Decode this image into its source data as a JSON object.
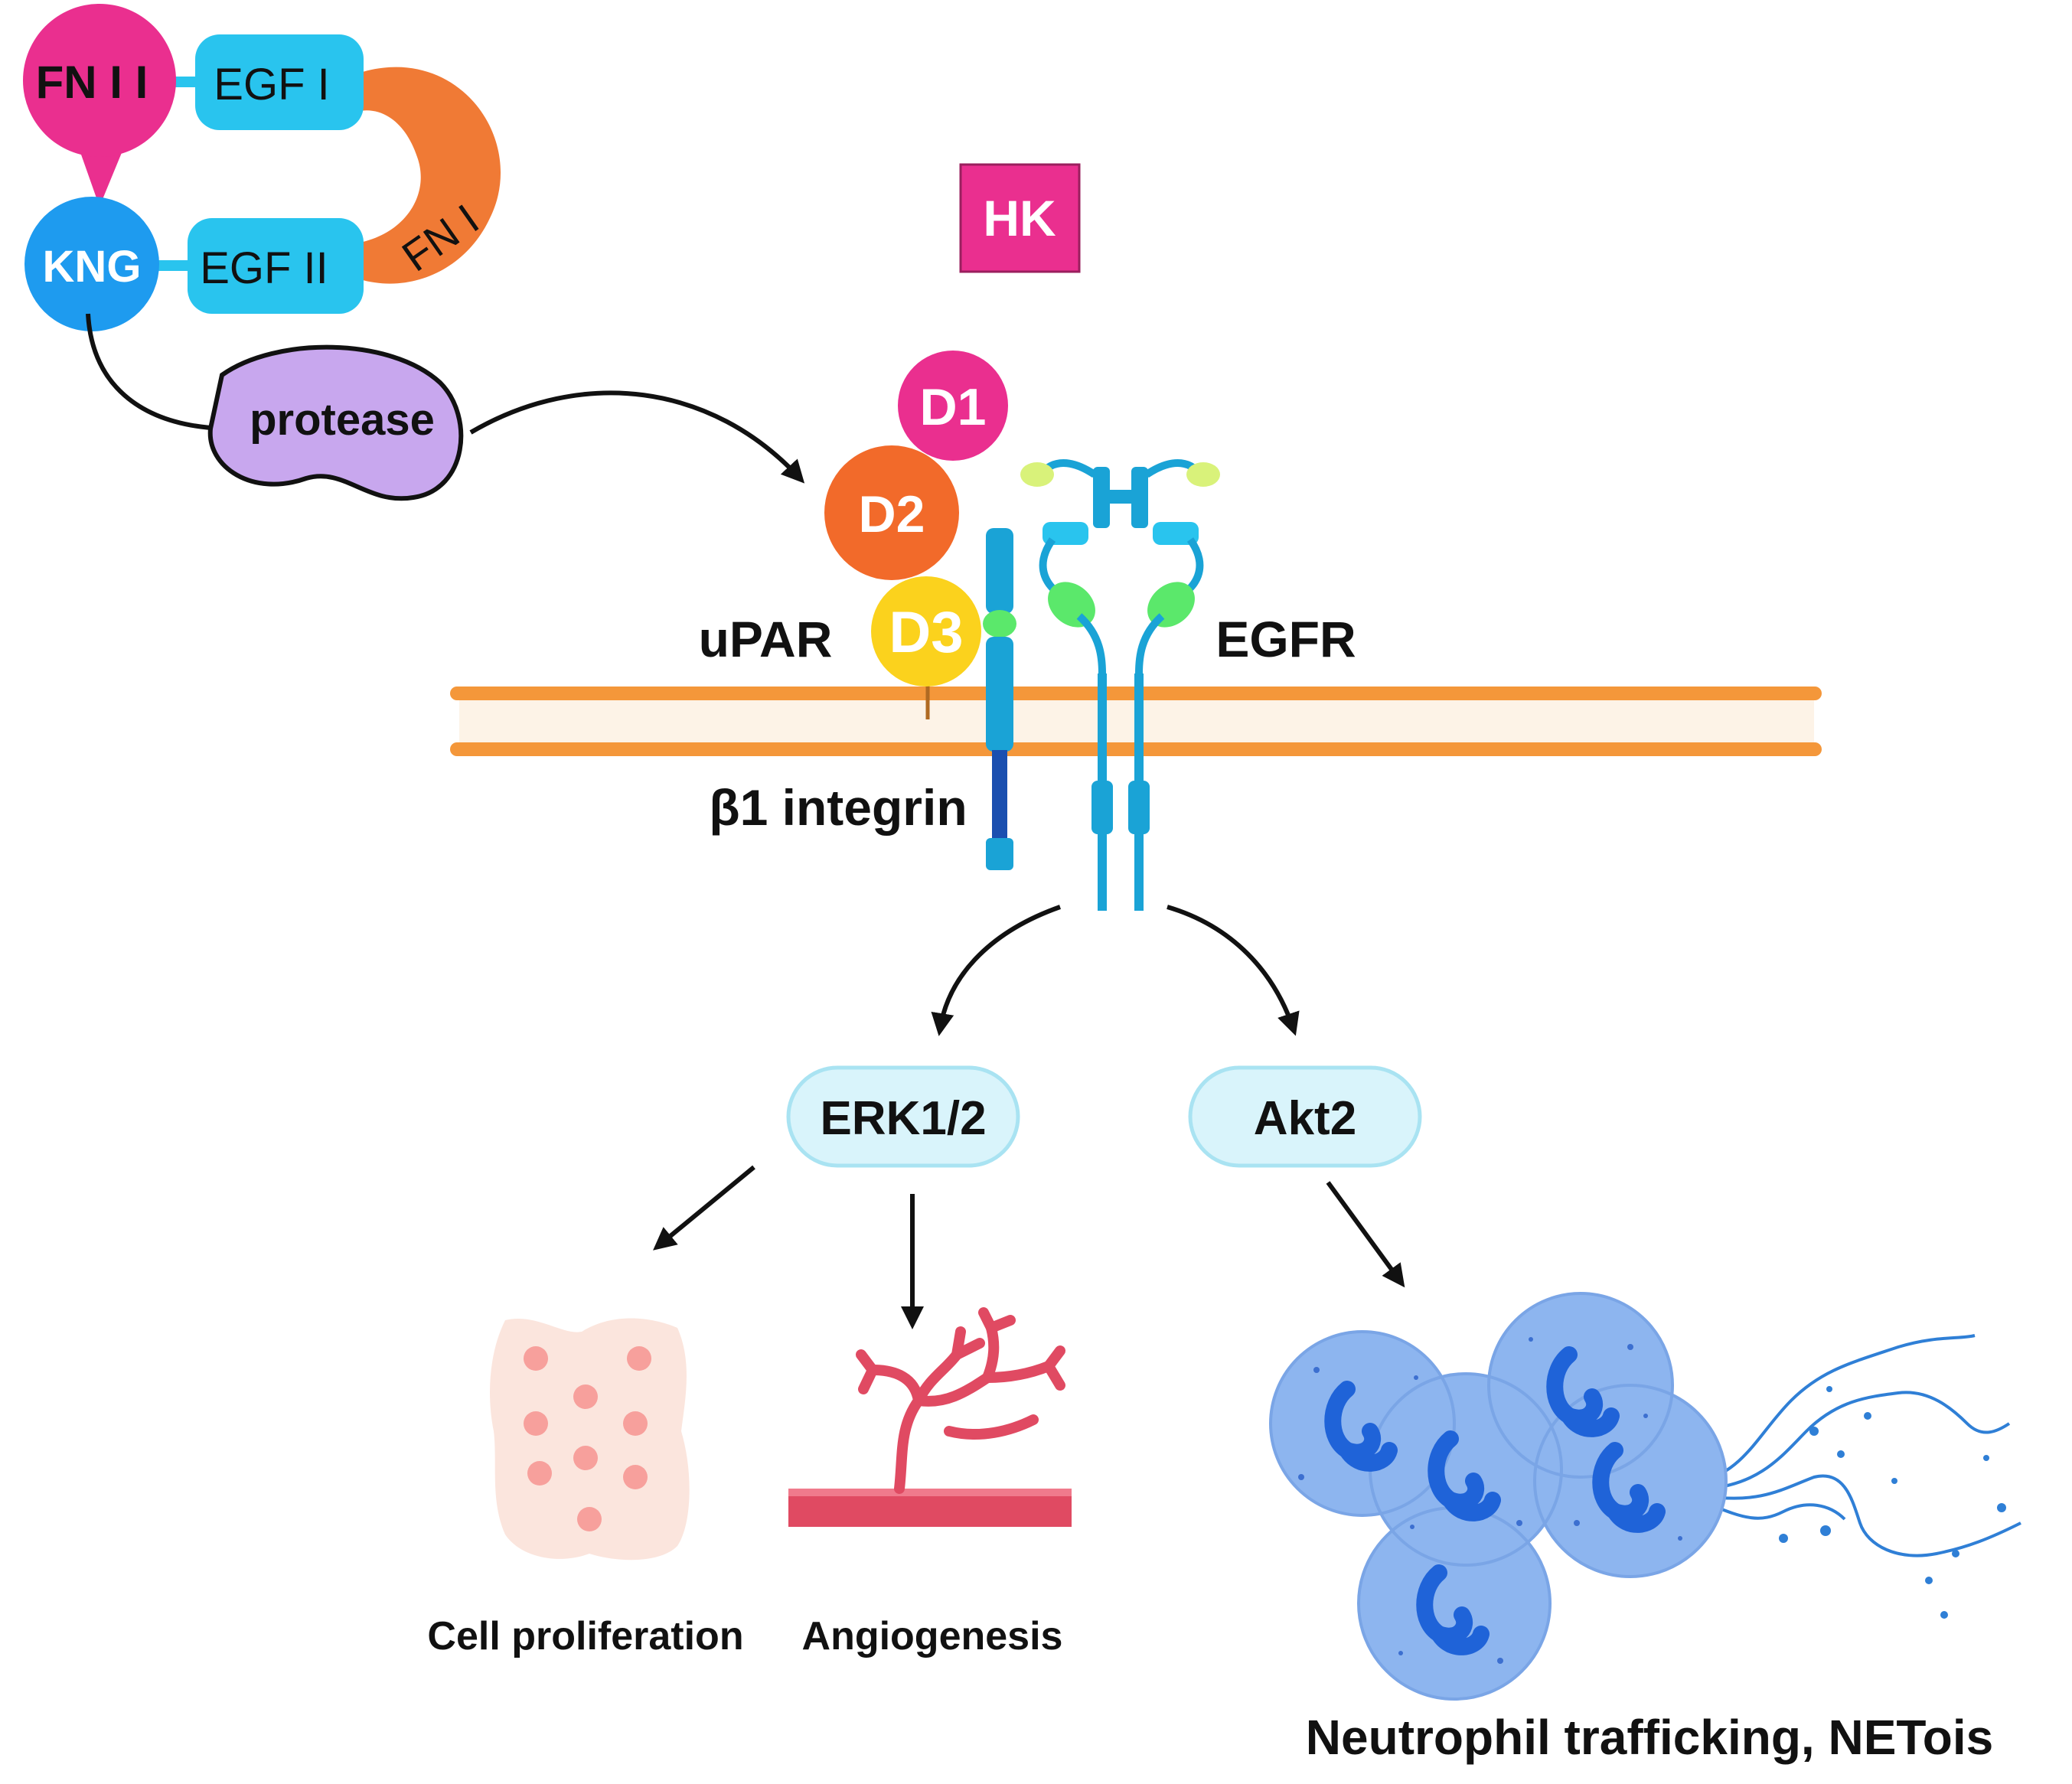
{
  "colors": {
    "pink": "#ea2f8f",
    "blue_node": "#1e9bef",
    "cyan_domain": "#29c4ee",
    "orange_fn": "#f07a35",
    "lavender_protease": "#c8a7ee",
    "orange_d2": "#f26a2a",
    "yellow_d3": "#fbd21d",
    "membrane": "#f4973a",
    "receptor_blue": "#1aa3d6",
    "receptor_dark": "#1a4fb0",
    "green_joint": "#5be86b",
    "lime_tip": "#d9f27a",
    "pill_fill": "#d9f4fb",
    "pill_border": "#a9e3f2",
    "cell_peach": "#fbe5dd",
    "cell_dot": "#f7a09c",
    "vessel": "#e04a62",
    "neutrophil": "#8db5ef",
    "nucleus": "#1f63d8",
    "net_fiber": "#2f7fd6"
  },
  "labels": {
    "fn2": "FN I I",
    "egf1": "EGF I",
    "kng": "KNG",
    "egf2": "EGF II",
    "fn1": "FN I",
    "protease": "protease",
    "hk": "HK",
    "d1": "D1",
    "d2": "D2",
    "d3": "D3",
    "upar": "uPAR",
    "egfr": "EGFR",
    "integrin": "β1 integrin",
    "erk": "ERK1/2",
    "akt": "Akt2",
    "cell_proliferation": "Cell proliferation",
    "angiogenesis": "Angiogenesis",
    "neutrophil": "Neutrophil trafficking, NETois"
  },
  "icons": [
    "cell-cluster-icon",
    "blood-vessel-icon",
    "neutrophil-net-icon"
  ]
}
